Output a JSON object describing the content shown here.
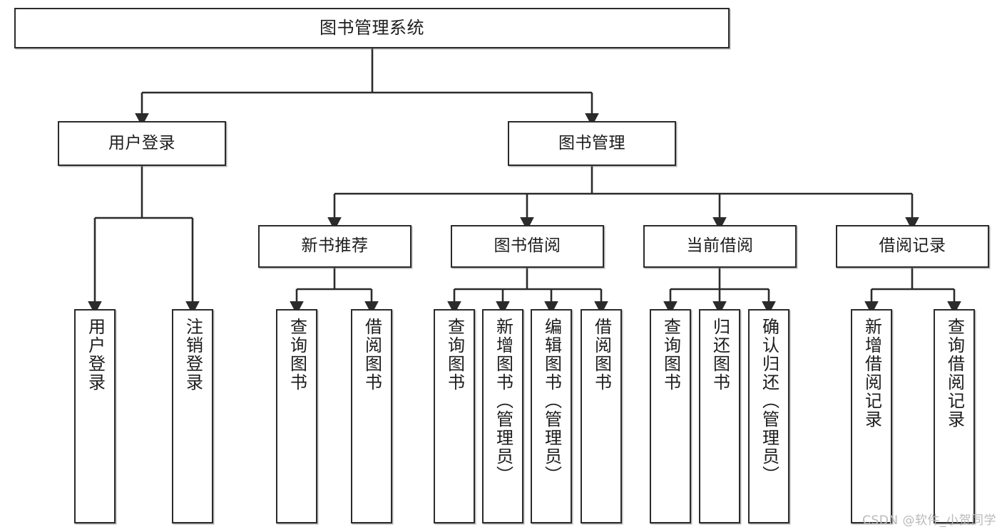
{
  "diagram": {
    "type": "tree-hierarchy",
    "orientation": "top-down",
    "title": "图书管理系统",
    "line_color": "#2b2b2b",
    "box_fill": "#ffffff",
    "text_color": "#1c1c1c",
    "watermark": "CSDN @软件_小贺同学"
  },
  "nodes": {
    "root": {
      "label": "图书管理系统"
    },
    "level2": [
      {
        "label": "用户登录"
      },
      {
        "label": "图书管理"
      }
    ],
    "level3": [
      {
        "label": "新书推荐"
      },
      {
        "label": "图书借阅"
      },
      {
        "label": "当前借阅"
      },
      {
        "label": "借阅记录"
      }
    ],
    "leaves": {
      "user_login": [
        {
          "label": "用户登录"
        },
        {
          "label": "注销登录"
        }
      ],
      "new_book_recommend": [
        {
          "label": "查询图书"
        },
        {
          "label": "借阅图书"
        }
      ],
      "book_borrow": [
        {
          "label": "查询图书"
        },
        {
          "label": "新增图书（管理员）"
        },
        {
          "label": "编辑图书（管理员）"
        },
        {
          "label": "借阅图书"
        }
      ],
      "current_borrow": [
        {
          "label": "查询图书"
        },
        {
          "label": "归还图书"
        },
        {
          "label": "确认归还（管理员）"
        }
      ],
      "borrow_record": [
        {
          "label": "新增借阅记录"
        },
        {
          "label": "查询借阅记录"
        }
      ]
    }
  }
}
